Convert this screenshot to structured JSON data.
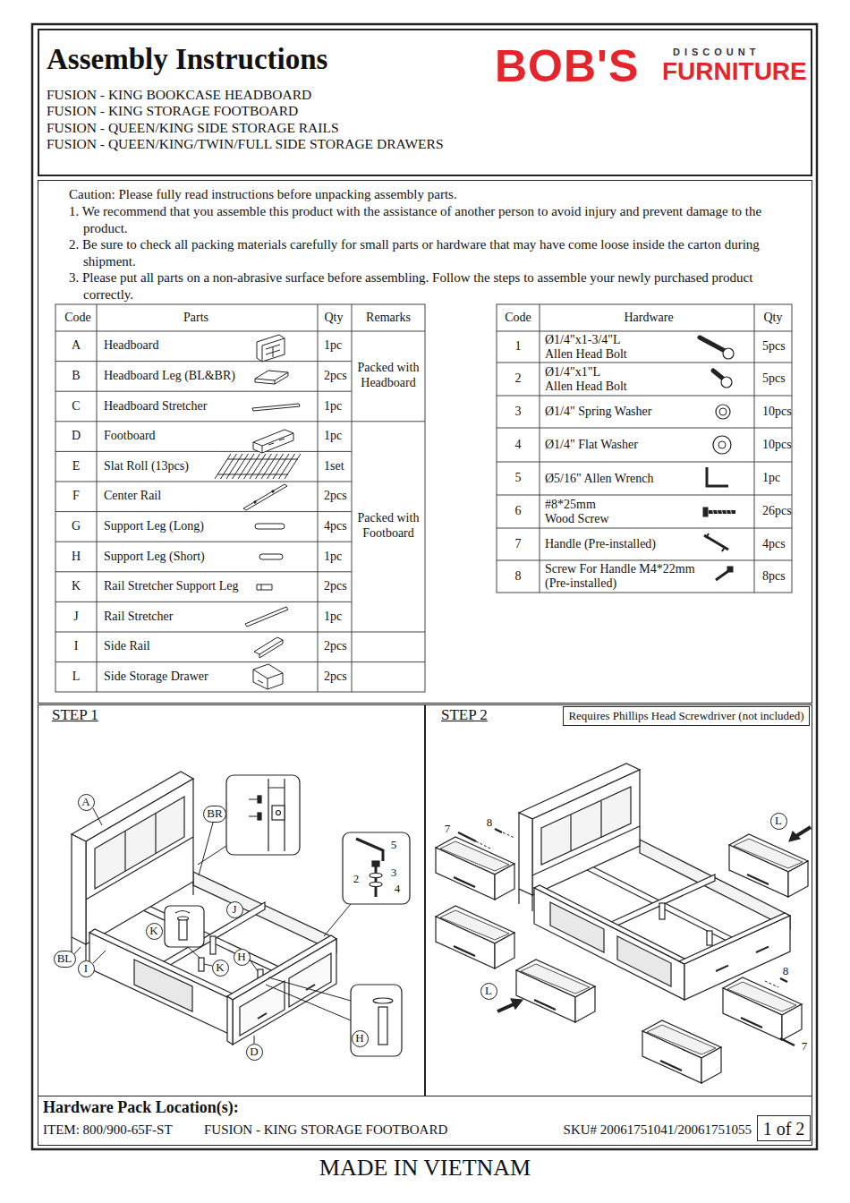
{
  "diagram": {
    "title": "Assembly Instructions",
    "nodes": [
      {
        "text": [
          "FUSION - KING BOOKCASE HEADBOARD",
          "FUSION - KING STORAGE FOOTBOARD",
          "FUSION - QUEEN/KING SIDE STORAGE RAILS",
          "FUSION - QUEEN/KING/TWIN/FULL SIDE STORAGE DRAWERS",
          "BOB'S",
          "DISCOUNT",
          "FURNITURE"
        ]
      },
      {
        "text": [
          "Caution: Please fully read instructions before unpacking assembly parts.",
          "1. We recommend that you assemble this product with the assistance of another person to avoid injury and prevent damage to the product.",
          "2. Be sure to check all packing materials carefully for small parts or hardware that may have come loose inside the carton during shipment.",
          "3. Please put all parts on a non-abrasive surface before assembling. Follow the steps to assemble your newly purchased product correctly."
        ]
      },
      {
        "text": [
          "STEP 1"
        ]
      },
      {
        "text": [
          "A"
        ],
        "in": 2
      },
      {
        "text": [
          "BR"
        ],
        "in": 2
      },
      {
        "text": [
          "BL"
        ],
        "in": 2
      },
      {
        "text": [
          "I"
        ],
        "in": 2
      },
      {
        "text": [
          "K"
        ],
        "in": 2
      },
      {
        "text": [
          "J"
        ],
        "in": 2
      },
      {
        "text": [
          "K"
        ],
        "in": 2
      },
      {
        "text": [
          "H"
        ],
        "in": 2
      },
      {
        "text": [
          "D"
        ],
        "in": 2
      },
      {
        "text": [
          "H"
        ],
        "in": 2
      },
      {
        "text": [
          "STEP 2"
        ]
      },
      {
        "text": [
          "Requires Phillips Head Screwdriver (not included)"
        ],
        "in": 13
      },
      {
        "text": [
          "L"
        ],
        "in": 13
      },
      {
        "text": [
          "L"
        ],
        "in": 13
      },
      {
        "text": [
          "Hardware Pack Location(s):",
          "ITEM: 800/900-65F-ST",
          "FUSION - KING STORAGE FOOTBOARD",
          "SKU# 20061751041/20061751055"
        ]
      },
      {
        "text": [
          "1 of 2"
        ],
        "in": 17
      }
    ],
    "labels": [
      "Code",
      "Parts",
      "Qty",
      "Remarks",
      "A",
      "Headboard",
      "1pc",
      "B",
      "Headboard Leg (BL&BR)",
      "2pcs",
      "C",
      "Headboard Stretcher",
      "1pc",
      "D",
      "Footboard",
      "1pc",
      "E",
      "Slat Roll (13pcs)",
      "1set",
      "F",
      "Center Rail",
      "2pcs",
      "G",
      "Support Leg (Long)",
      "4pcs",
      "H",
      "Support Leg (Short)",
      "1pc",
      "K",
      "Rail Stretcher Support Leg",
      "2pcs",
      "J",
      "Rail Stretcher",
      "1pc",
      "I",
      "Side Rail",
      "2pcs",
      "L",
      "Side Storage Drawer",
      "2pcs",
      "Packed with Headboard",
      "Packed with Footboard",
      "Code",
      "Hardware",
      "Qty",
      "1",
      "Ø1/4\"x1-3/4\"L Allen Head Bolt",
      "5pcs",
      "2",
      "Ø1/4\"x1\"L Allen Head Bolt",
      "5pcs",
      "3",
      "Ø1/4\" Spring Washer",
      "10pcs",
      "4",
      "Ø1/4\" Flat Washer",
      "10pcs",
      "5",
      "Ø5/16\" Allen Wrench",
      "1pc",
      "6",
      "#8*25mm Wood Screw",
      "26pcs",
      "7",
      "Handle (Pre-installed)",
      "4pcs",
      "8",
      "Screw For Handle M4*22mm (Pre-installed)",
      "8pcs",
      "5",
      "2",
      "3",
      "4",
      "7",
      "8",
      "8",
      "7",
      "MADE IN VIETNAM"
    ]
  }
}
